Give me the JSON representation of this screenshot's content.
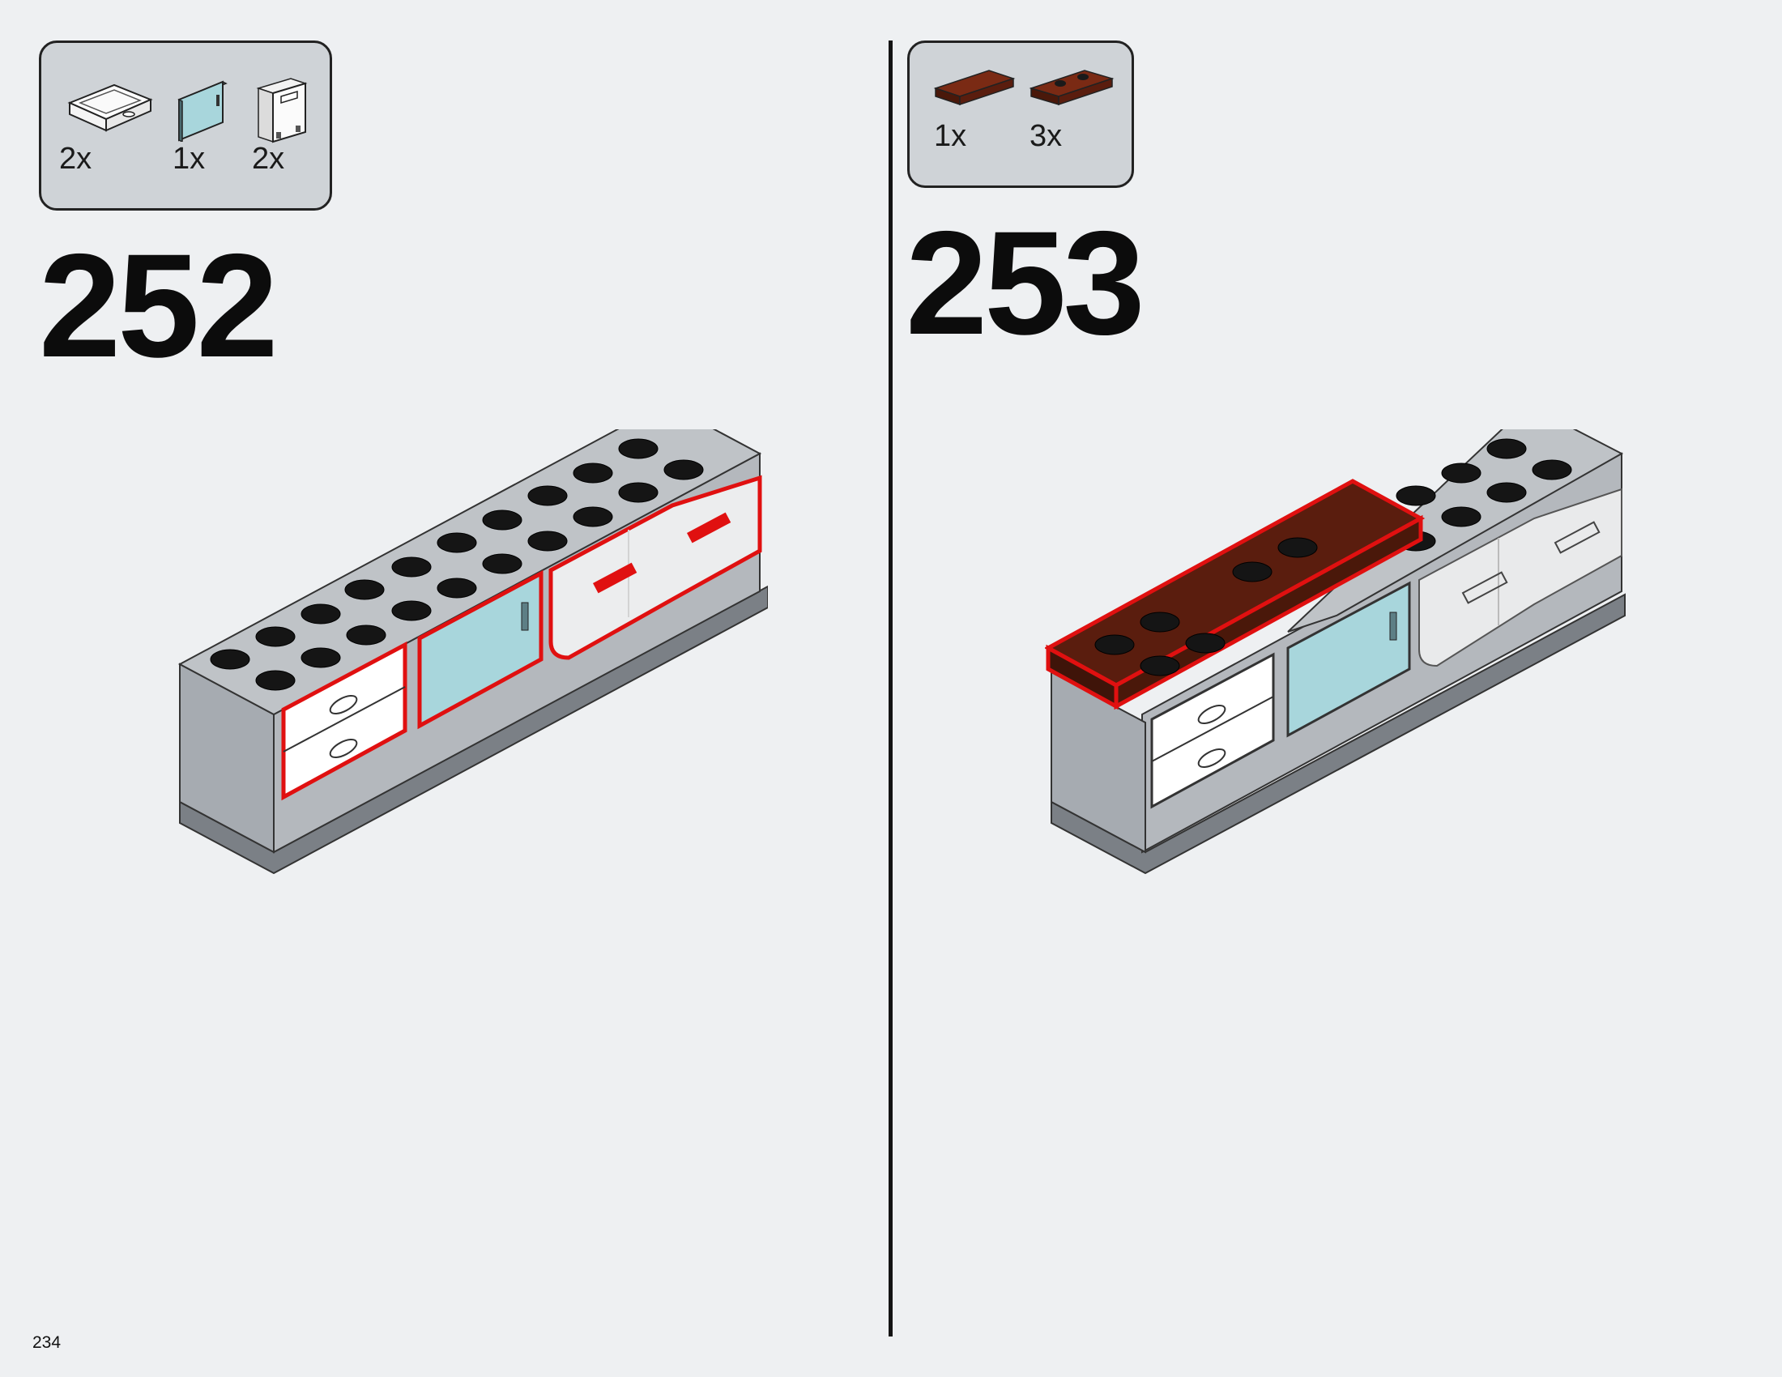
{
  "steps": [
    {
      "number": "252",
      "parts": [
        {
          "qty": "2x",
          "icon": "drawer-icon"
        },
        {
          "qty": "1x",
          "icon": "glass-door-icon"
        },
        {
          "qty": "2x",
          "icon": "cupboard-door-icon"
        }
      ]
    },
    {
      "number": "253",
      "parts": [
        {
          "qty": "1x",
          "icon": "brown-tile-icon"
        },
        {
          "qty": "3x",
          "icon": "brown-jumper-plate-icon"
        }
      ]
    }
  ],
  "colors": {
    "background": "#eef0f2",
    "callout": "#cfd3d7",
    "highlight": "#e01010",
    "brick_gray": "#a6abb1",
    "brick_top": "#b9bdc2",
    "brown": "#5a1d0e",
    "glass": "#a8d6dc"
  },
  "page_number": "234"
}
